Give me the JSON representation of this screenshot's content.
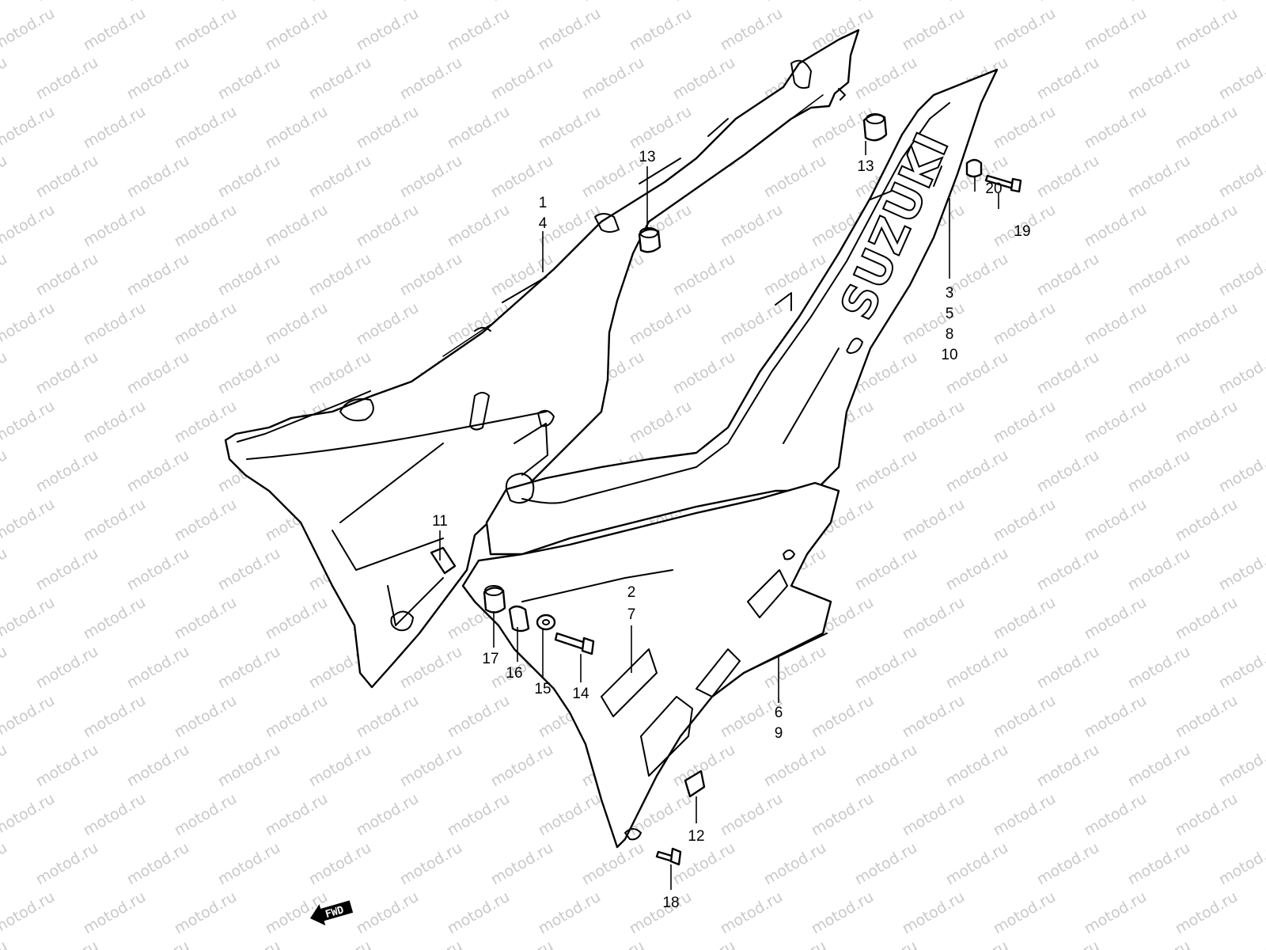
{
  "watermark": {
    "text": "motod.ru"
  },
  "logo": {
    "text": "SUZUKI"
  },
  "direction_badge": {
    "text": "FWD"
  },
  "callouts": {
    "c1": "1",
    "c4": "4",
    "c13a": "13",
    "c13b": "13",
    "c20": "20",
    "c19": "19",
    "c3": "3",
    "c5": "5",
    "c8": "8",
    "c10": "10",
    "c11": "11",
    "c2": "2",
    "c7": "7",
    "c17": "17",
    "c16": "16",
    "c15": "15",
    "c14": "14",
    "c6": "6",
    "c9": "9",
    "c12": "12",
    "c18": "18"
  }
}
